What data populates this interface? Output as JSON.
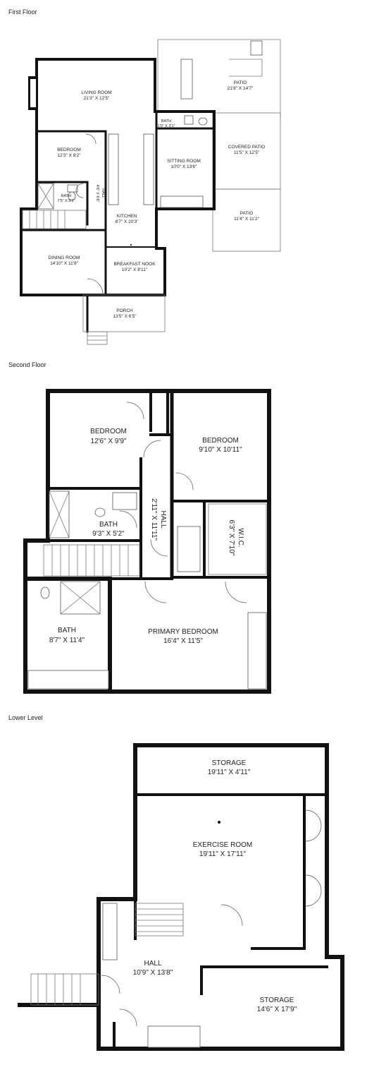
{
  "floors": {
    "first": {
      "title": "First Floor",
      "rooms": {
        "living": {
          "name": "LIVING ROOM",
          "dims": "21'3\" X 12'5\""
        },
        "bath_small": {
          "name": "BATH",
          "dims": "1'0\" X 3'1\""
        },
        "patio_top": {
          "name": "PATIO",
          "dims": "21'8\" X 14'7\""
        },
        "covered_patio": {
          "name": "COVERED PATIO",
          "dims": "11'5\" X 12'5\""
        },
        "bedroom": {
          "name": "BEDROOM",
          "dims": "12'3\" X 8'2\""
        },
        "sitting": {
          "name": "SITTING ROOM",
          "dims": "10'0\" X 13'6\""
        },
        "bath": {
          "name": "BATH",
          "dims": "7'5\" X 5'2\""
        },
        "hall": {
          "name": "HALL",
          "dims": "4'6\" X 6'6\""
        },
        "patio_bottom": {
          "name": "PATIO",
          "dims": "11'4\" X 11'2\""
        },
        "kitchen": {
          "name": "KITCHEN",
          "dims": "8'7\" X 20'3\""
        },
        "dining": {
          "name": "DINING ROOM",
          "dims": "14'10\" X 11'8\""
        },
        "breakfast": {
          "name": "BREAKFAST NOOK",
          "dims": "10'2\" X 8'11\""
        },
        "porch": {
          "name": "PORCH",
          "dims": "13'5\" X 6'5\""
        }
      }
    },
    "second": {
      "title": "Second Floor",
      "rooms": {
        "bedroom_left": {
          "name": "BEDROOM",
          "dims": "12'6\" X 9'9\""
        },
        "bedroom_right": {
          "name": "BEDROOM",
          "dims": "9'10\" X 10'11\""
        },
        "bath_upper": {
          "name": "BATH",
          "dims": "9'3\" X 5'2\""
        },
        "hall": {
          "name": "HALL",
          "dims": "2'11\" X 11'11\""
        },
        "wic": {
          "name": "W.I.C.",
          "dims": "6'3\" X 7'10\""
        },
        "bath_lower": {
          "name": "BATH",
          "dims": "8'7\" X 11'4\""
        },
        "primary": {
          "name": "PRIMARY BEDROOM",
          "dims": "16'4\" X 11'5\""
        }
      }
    },
    "lower": {
      "title": "Lower Level",
      "rooms": {
        "storage_top": {
          "name": "STORAGE",
          "dims": "19'11\" X 4'11\""
        },
        "exercise": {
          "name": "EXERCISE ROOM",
          "dims": "19'11\" X 17'11\""
        },
        "hall": {
          "name": "HALL",
          "dims": "10'9\" X 13'8\""
        },
        "storage_bottom": {
          "name": "STORAGE",
          "dims": "14'6\" X 17'9\""
        }
      }
    }
  }
}
